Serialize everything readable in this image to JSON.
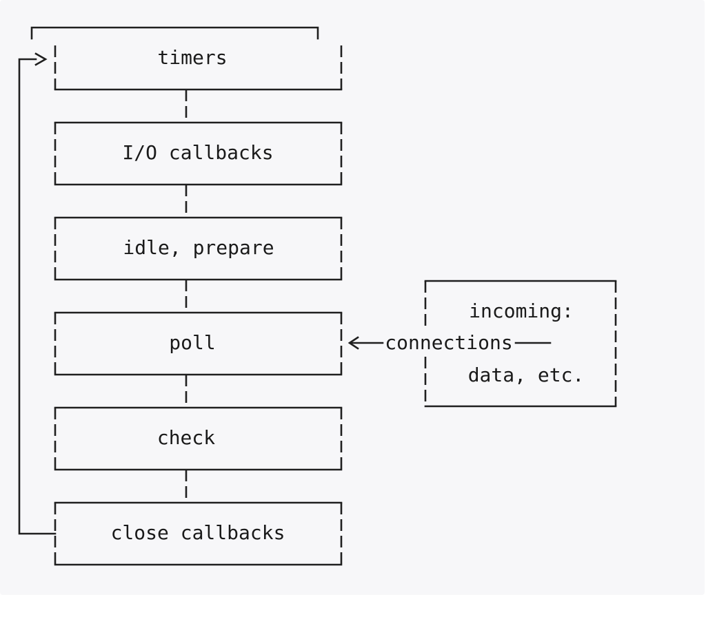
{
  "diagram": {
    "phases": [
      {
        "label": "timers"
      },
      {
        "label": "I/O callbacks"
      },
      {
        "label": "idle, prepare"
      },
      {
        "label": "poll"
      },
      {
        "label": "check"
      },
      {
        "label": "close callbacks"
      }
    ],
    "incoming": {
      "line1": "incoming:",
      "line2": "connections",
      "line3": "data, etc."
    }
  }
}
